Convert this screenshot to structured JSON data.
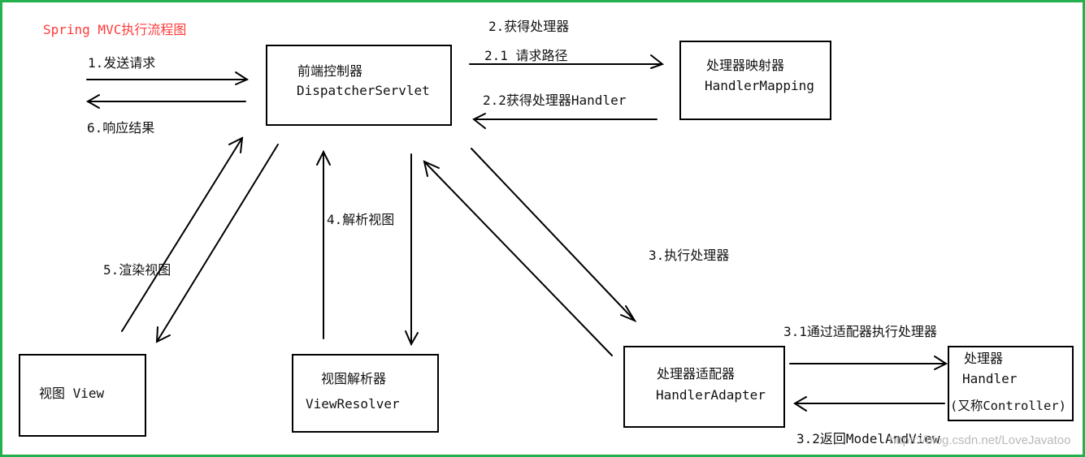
{
  "colors": {
    "frame": "#22b14c",
    "title": "#ff3b3b",
    "line": "#000000",
    "watermark": "#b9b9b9"
  },
  "title": "Spring MVC执行流程图",
  "nodes": {
    "dispatcher": {
      "title": "前端控制器",
      "subtitle": "DispatcherServlet"
    },
    "mapping": {
      "title": "处理器映射器",
      "subtitle": "HandlerMapping"
    },
    "view": {
      "title": "视图 View"
    },
    "resolver": {
      "title": "视图解析器",
      "subtitle": "ViewResolver"
    },
    "adapter": {
      "title": "处理器适配器",
      "subtitle": "HandlerAdapter"
    },
    "handler": {
      "title": "处理器",
      "subtitle": "Handler",
      "note": "(又称Controller)"
    }
  },
  "edges": {
    "send_request": "1.发送请求",
    "response": "6.响应结果",
    "get_handler": "2.获得处理器",
    "request_path": "2.1 请求路径",
    "got_handler": "2.2获得处理器Handler",
    "resolve_view": "4.解析视图",
    "render_view": "5.渲染视图",
    "execute_handler": "3.执行处理器",
    "via_adapter": "3.1通过适配器执行处理器",
    "return_mav": "3.2返回ModelAndView"
  },
  "watermark": "https://blog.csdn.net/LoveJavatoo"
}
